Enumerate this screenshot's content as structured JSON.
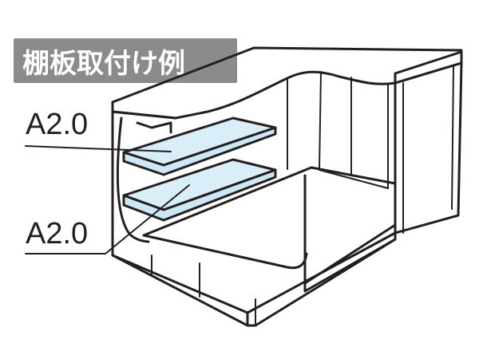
{
  "title": "棚板取付け例",
  "labels": {
    "upper_shelf": "A2.0",
    "lower_shelf": "A2.0"
  },
  "colors": {
    "title_background": "#8a8b8d",
    "shelf_fill": "#cde7f6",
    "shelf_top_fill": "#d9eef9",
    "line": "#231f20",
    "background": "#ffffff"
  }
}
